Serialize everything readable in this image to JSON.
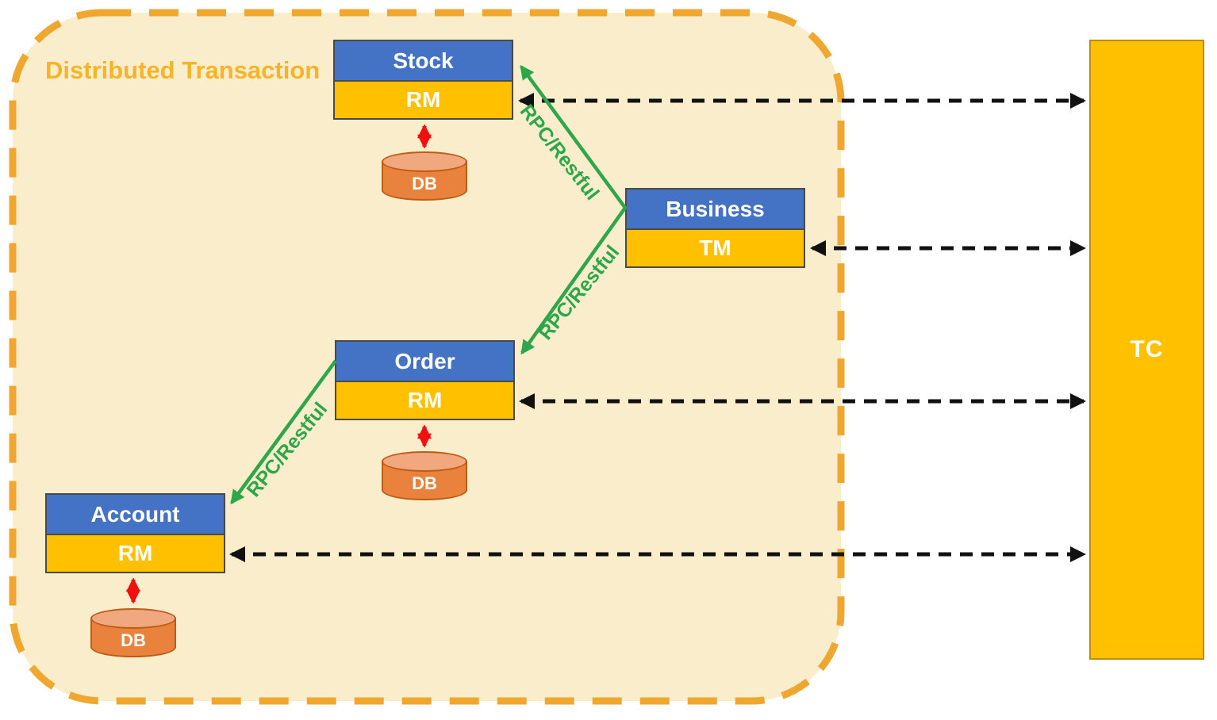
{
  "container": {
    "title": "Distributed Transaction"
  },
  "services": {
    "stock": {
      "name": "Stock",
      "role": "RM",
      "db": "DB"
    },
    "business": {
      "name": "Business",
      "role": "TM"
    },
    "order": {
      "name": "Order",
      "role": "RM",
      "db": "DB"
    },
    "account": {
      "name": "Account",
      "role": "RM",
      "db": "DB"
    }
  },
  "coordinator": {
    "label": "TC"
  },
  "edges": {
    "business_to_stock": "RPC/Restful",
    "business_to_order": "RPC/Restful",
    "order_to_account": "RPC/Restful"
  },
  "colors": {
    "service_header_blue": "#4472C4",
    "resource_gold": "#FFC000",
    "coordinator_gold": "#FFC000",
    "container_fill": "#FAEDCB",
    "container_border": "#EFA72F",
    "title_gold": "#F6B42A",
    "rpc_green": "#2EA64C",
    "db_link_red": "#F01010",
    "tc_link_black": "#111111",
    "db_body_orange": "#E8823D",
    "db_top_orange": "#F2A87E"
  }
}
